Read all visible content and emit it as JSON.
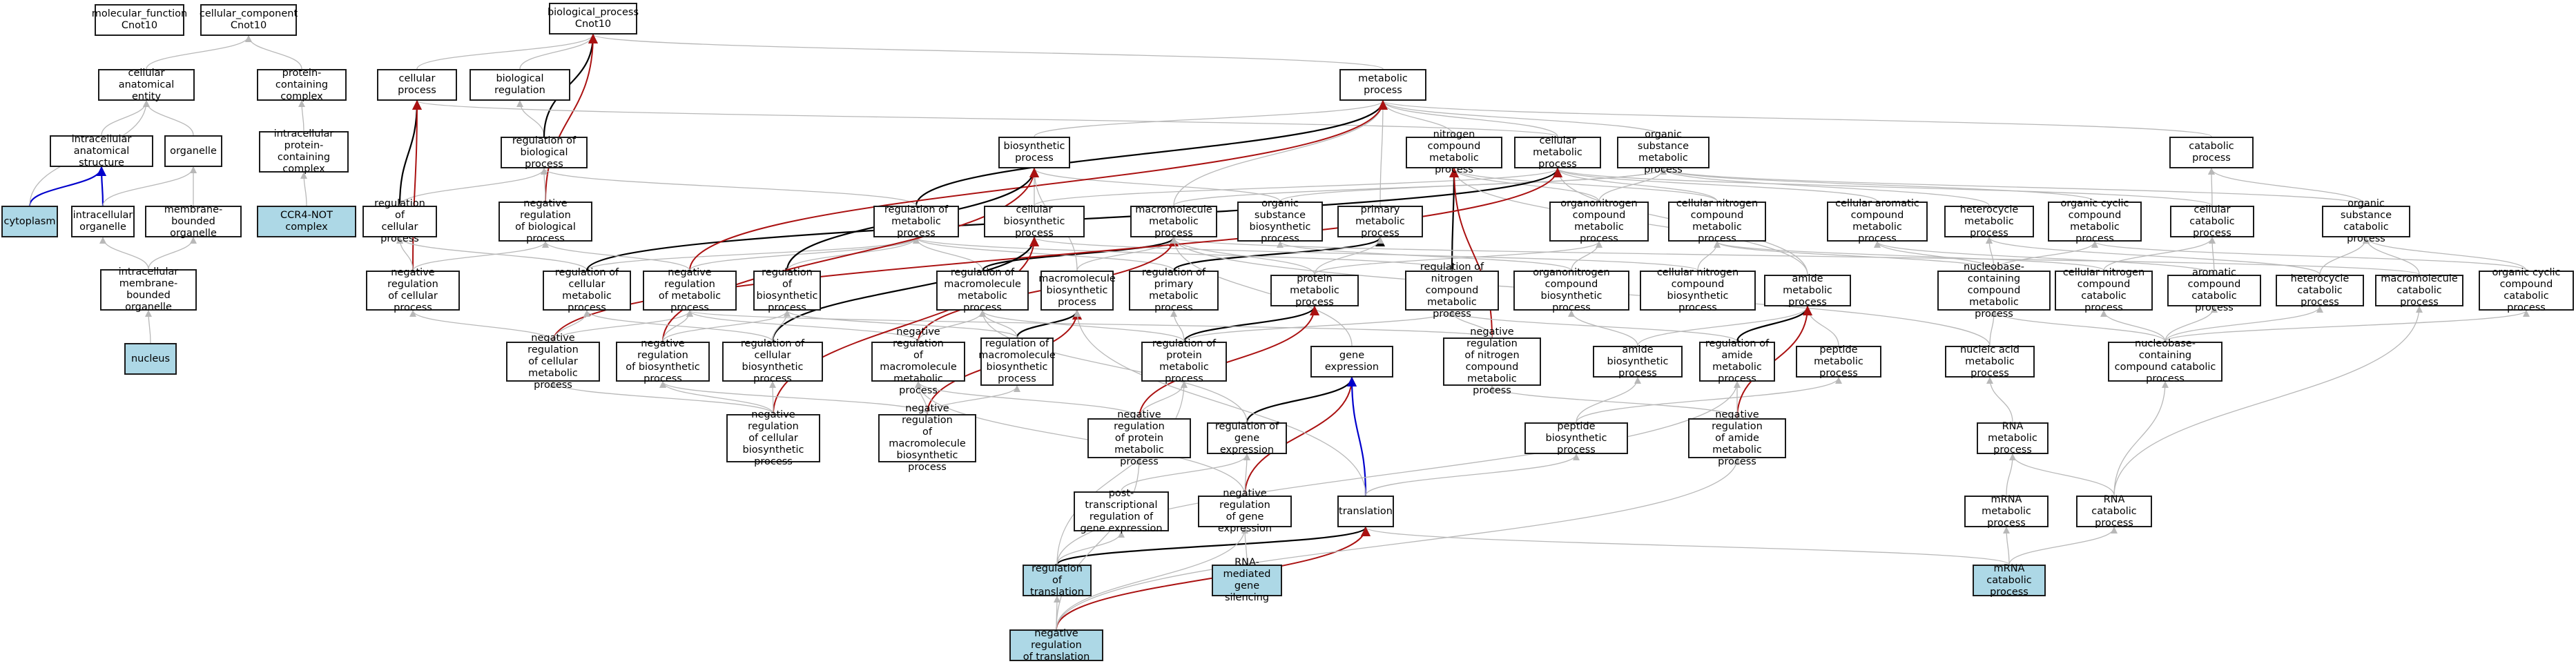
{
  "colors": {
    "highlight_fill": "#add8e6",
    "node_border": "#1a1a1a",
    "edge_is_a": "#b8b8b8",
    "edge_part_of": "#0000cc",
    "edge_regulates": "#000000",
    "edge_negatively_regulates": "#aa1111"
  },
  "nodes": {
    "mf_root": "molecular_function\nCnot10",
    "cc_root": "cellular_component\nCnot10",
    "bp_root": "biological_process\nCnot10",
    "cell_anat": "cellular anatomical\nentity",
    "prot_cont": "protein-containing\ncomplex",
    "intra_anat": "intracellular\nanatomical structure",
    "organelle": "organelle",
    "intra_pcc": "intracellular\nprotein-containing\ncomplex",
    "cytoplasm": "cytoplasm",
    "intra_org": "intracellular\norganelle",
    "mem_org": "membrane-bounded\norganelle",
    "ccr4": "CCR4-NOT complex",
    "intra_mem": "intracellular\nmembrane-bounded\norganelle",
    "nucleus": "nucleus",
    "cell_proc": "cellular process",
    "bio_reg": "biological regulation",
    "met_proc": "metabolic process",
    "reg_bio": "regulation of\nbiological process",
    "biosyn": "biosynthetic\nprocess",
    "nitro_met": "nitrogen compound\nmetabolic process",
    "cell_met": "cellular metabolic\nprocess",
    "org_sub_met": "organic substance\nmetabolic process",
    "catab": "catabolic process",
    "reg_cell": "regulation of\ncellular process",
    "neg_reg_bio": "negative regulation\nof biological\nprocess",
    "reg_met": "regulation of\nmetabolic process",
    "cell_bios": "cellular biosynthetic\nprocess",
    "macro_met": "macromolecule\nmetabolic process",
    "org_sub_bios": "organic substance\nbiosynthetic\nprocess",
    "prim_met": "primary metabolic\nprocess",
    "organonit_met": "organonitrogen\ncompound metabolic\nprocess",
    "cell_nitro_met": "cellular nitrogen\ncompound metabolic\nprocess",
    "cell_arom_met": "cellular aromatic\ncompound metabolic\nprocess",
    "hetero_met": "heterocycle\nmetabolic process",
    "org_cyc_met": "organic cyclic\ncompound metabolic\nprocess",
    "cell_catab": "cellular catabolic\nprocess",
    "org_sub_catab": "organic substance\ncatabolic process",
    "neg_reg_cell": "negative regulation\nof cellular\nprocess",
    "reg_cell_met": "regulation of\ncellular metabolic\nprocess",
    "neg_reg_met": "negative regulation\nof metabolic\nprocess",
    "reg_bios": "regulation of\nbiosynthetic\nprocess",
    "reg_macro_met": "regulation of\nmacromolecule\nmetabolic process",
    "macro_bios": "macromolecule\nbiosynthetic\nprocess",
    "reg_prim_met": "regulation of\nprimary metabolic\nprocess",
    "prot_met": "protein metabolic\nprocess",
    "reg_nitro_met": "regulation of\nnitrogen compound\nmetabolic process",
    "organonit_bios": "organonitrogen\ncompound biosynthetic\nprocess",
    "cell_nitro_bios": "cellular nitrogen\ncompound biosynthetic\nprocess",
    "amide_met": "amide metabolic\nprocess",
    "nucbase_met": "nucleobase-containing\ncompound metabolic\nprocess",
    "cell_nitro_catab": "cellular nitrogen\ncompound catabolic\nprocess",
    "arom_catab": "aromatic compound\ncatabolic process",
    "hetero_catab": "heterocycle\ncatabolic process",
    "macro_catab": "macromolecule\ncatabolic process",
    "org_cyc_catab": "organic cyclic\ncompound catabolic\nprocess",
    "neg_reg_cell_met": "negative regulation\nof cellular\nmetabolic process",
    "neg_reg_bios": "negative regulation\nof biosynthetic\nprocess",
    "reg_cell_bios": "regulation of\ncellular biosynthetic\nprocess",
    "neg_reg_macro_met": "negative regulation\nof macromolecule\nmetabolic process",
    "reg_macro_bios": "regulation of\nmacromolecule\nbiosynthetic\nprocess",
    "reg_prot_met": "regulation of\nprotein metabolic\nprocess",
    "gene_expr": "gene expression",
    "neg_reg_nitro": "negative regulation\nof nitrogen\ncompound metabolic\nprocess",
    "amide_bios": "amide biosynthetic\nprocess",
    "reg_amide": "regulation of\namide metabolic\nprocess",
    "pept_met": "peptide metabolic\nprocess",
    "nucacid_met": "nucleic acid\nmetabolic process",
    "nucbase_catab": "nucleobase-containing\ncompound catabolic\nprocess",
    "neg_reg_cell_bios": "negative regulation\nof cellular\nbiosynthetic\nprocess",
    "neg_reg_macro_bios": "negative regulation\nof macromolecule\nbiosynthetic\nprocess",
    "neg_reg_prot_met": "negative regulation\nof protein metabolic\nprocess",
    "reg_gene_expr": "regulation of\ngene expression",
    "pept_bios": "peptide biosynthetic\nprocess",
    "neg_reg_amide": "negative regulation\nof amide metabolic\nprocess",
    "rna_met": "RNA metabolic\nprocess",
    "post_trans": "post-transcriptional\nregulation of\ngene expression",
    "neg_reg_gene": "negative regulation\nof gene expression",
    "translation": "translation",
    "mrna_met": "mRNA metabolic\nprocess",
    "rna_catab": "RNA catabolic\nprocess",
    "reg_transl": "regulation of\ntranslation",
    "rna_silencing": "RNA-mediated\ngene silencing",
    "mrna_catab": "mRNA catabolic\nprocess",
    "neg_reg_transl": "negative regulation\nof translation"
  },
  "edges": [
    [
      "cell_anat",
      "cc_root",
      "is_a"
    ],
    [
      "prot_cont",
      "cc_root",
      "is_a"
    ],
    [
      "intra_anat",
      "cell_anat",
      "is_a"
    ],
    [
      "organelle",
      "cell_anat",
      "is_a"
    ],
    [
      "intra_pcc",
      "prot_cont",
      "is_a"
    ],
    [
      "cytoplasm",
      "intra_anat",
      "part_of"
    ],
    [
      "cytoplasm",
      "cell_anat",
      "is_a"
    ],
    [
      "intra_org",
      "intra_anat",
      "part_of"
    ],
    [
      "intra_org",
      "organelle",
      "is_a"
    ],
    [
      "mem_org",
      "organelle",
      "is_a"
    ],
    [
      "ccr4",
      "intra_pcc",
      "is_a"
    ],
    [
      "intra_mem",
      "intra_org",
      "is_a"
    ],
    [
      "intra_mem",
      "mem_org",
      "is_a"
    ],
    [
      "nucleus",
      "intra_mem",
      "is_a"
    ],
    [
      "cell_proc",
      "bp_root",
      "is_a"
    ],
    [
      "bio_reg",
      "bp_root",
      "is_a"
    ],
    [
      "met_proc",
      "bp_root",
      "is_a"
    ],
    [
      "reg_bio",
      "bio_reg",
      "is_a"
    ],
    [
      "reg_bio",
      "bp_root",
      "regulates"
    ],
    [
      "neg_reg_bio",
      "bp_root",
      "negatively_regulates"
    ],
    [
      "neg_reg_bio",
      "reg_bio",
      "is_a"
    ],
    [
      "biosyn",
      "met_proc",
      "is_a"
    ],
    [
      "nitro_met",
      "met_proc",
      "is_a"
    ],
    [
      "cell_met",
      "met_proc",
      "is_a"
    ],
    [
      "cell_met",
      "cell_proc",
      "is_a"
    ],
    [
      "org_sub_met",
      "met_proc",
      "is_a"
    ],
    [
      "catab",
      "met_proc",
      "is_a"
    ],
    [
      "reg_cell",
      "cell_proc",
      "regulates"
    ],
    [
      "reg_cell",
      "reg_bio",
      "is_a"
    ],
    [
      "neg_reg_cell",
      "cell_proc",
      "negatively_regulates"
    ],
    [
      "neg_reg_cell",
      "reg_cell",
      "is_a"
    ],
    [
      "neg_reg_cell",
      "neg_reg_bio",
      "is_a"
    ],
    [
      "reg_met",
      "met_proc",
      "regulates"
    ],
    [
      "reg_met",
      "reg_bio",
      "is_a"
    ],
    [
      "cell_bios",
      "biosyn",
      "is_a"
    ],
    [
      "cell_bios",
      "cell_met",
      "is_a"
    ],
    [
      "macro_met",
      "met_proc",
      "is_a"
    ],
    [
      "macro_met",
      "org_sub_met",
      "is_a"
    ],
    [
      "org_sub_bios",
      "biosyn",
      "is_a"
    ],
    [
      "org_sub_bios",
      "org_sub_met",
      "is_a"
    ],
    [
      "prim_met",
      "met_proc",
      "is_a"
    ],
    [
      "organonit_met",
      "nitro_met",
      "is_a"
    ],
    [
      "organonit_met",
      "org_sub_met",
      "is_a"
    ],
    [
      "cell_nitro_met",
      "nitro_met",
      "is_a"
    ],
    [
      "cell_nitro_met",
      "cell_met",
      "is_a"
    ],
    [
      "cell_arom_met",
      "cell_met",
      "is_a"
    ],
    [
      "hetero_met",
      "org_sub_met",
      "is_a"
    ],
    [
      "org_cyc_met",
      "org_sub_met",
      "is_a"
    ],
    [
      "cell_catab",
      "catab",
      "is_a"
    ],
    [
      "cell_catab",
      "cell_met",
      "is_a"
    ],
    [
      "org_sub_catab",
      "catab",
      "is_a"
    ],
    [
      "org_sub_catab",
      "org_sub_met",
      "is_a"
    ],
    [
      "reg_cell_met",
      "reg_cell",
      "is_a"
    ],
    [
      "reg_cell_met",
      "reg_met",
      "is_a"
    ],
    [
      "reg_cell_met",
      "cell_met",
      "regulates"
    ],
    [
      "neg_reg_met",
      "met_proc",
      "negatively_regulates"
    ],
    [
      "neg_reg_met",
      "reg_met",
      "is_a"
    ],
    [
      "neg_reg_met",
      "neg_reg_bio",
      "is_a"
    ],
    [
      "reg_bios",
      "biosyn",
      "regulates"
    ],
    [
      "reg_bios",
      "reg_met",
      "is_a"
    ],
    [
      "reg_macro_met",
      "macro_met",
      "regulates"
    ],
    [
      "reg_macro_met",
      "reg_met",
      "is_a"
    ],
    [
      "macro_bios",
      "macro_met",
      "is_a"
    ],
    [
      "macro_bios",
      "biosyn",
      "is_a"
    ],
    [
      "reg_prim_met",
      "prim_met",
      "regulates"
    ],
    [
      "reg_prim_met",
      "reg_met",
      "is_a"
    ],
    [
      "prot_met",
      "prim_met",
      "is_a"
    ],
    [
      "prot_met",
      "macro_met",
      "is_a"
    ],
    [
      "prot_met",
      "organonit_met",
      "is_a"
    ],
    [
      "reg_nitro_met",
      "nitro_met",
      "regulates"
    ],
    [
      "reg_nitro_met",
      "reg_met",
      "is_a"
    ],
    [
      "organonit_bios",
      "organonit_met",
      "is_a"
    ],
    [
      "organonit_bios",
      "org_sub_bios",
      "is_a"
    ],
    [
      "cell_nitro_bios",
      "cell_nitro_met",
      "is_a"
    ],
    [
      "cell_nitro_bios",
      "cell_bios",
      "is_a"
    ],
    [
      "amide_met",
      "nitro_met",
      "is_a"
    ],
    [
      "amide_met",
      "cell_met",
      "is_a"
    ],
    [
      "nucbase_met",
      "cell_nitro_met",
      "is_a"
    ],
    [
      "nucbase_met",
      "cell_arom_met",
      "is_a"
    ],
    [
      "nucbase_met",
      "hetero_met",
      "is_a"
    ],
    [
      "nucbase_met",
      "org_cyc_met",
      "is_a"
    ],
    [
      "cell_nitro_catab",
      "cell_nitro_met",
      "is_a"
    ],
    [
      "cell_nitro_catab",
      "cell_catab",
      "is_a"
    ],
    [
      "arom_catab",
      "cell_arom_met",
      "is_a"
    ],
    [
      "arom_catab",
      "cell_catab",
      "is_a"
    ],
    [
      "hetero_catab",
      "hetero_met",
      "is_a"
    ],
    [
      "hetero_catab",
      "org_sub_catab",
      "is_a"
    ],
    [
      "macro_catab",
      "macro_met",
      "is_a"
    ],
    [
      "macro_catab",
      "org_sub_catab",
      "is_a"
    ],
    [
      "org_cyc_catab",
      "org_cyc_met",
      "is_a"
    ],
    [
      "org_cyc_catab",
      "org_sub_catab",
      "is_a"
    ],
    [
      "neg_reg_cell_met",
      "cell_met",
      "negatively_regulates"
    ],
    [
      "neg_reg_cell_met",
      "reg_cell_met",
      "is_a"
    ],
    [
      "neg_reg_cell_met",
      "neg_reg_cell",
      "is_a"
    ],
    [
      "neg_reg_cell_met",
      "neg_reg_met",
      "is_a"
    ],
    [
      "neg_reg_bios",
      "biosyn",
      "negatively_regulates"
    ],
    [
      "neg_reg_bios",
      "reg_bios",
      "is_a"
    ],
    [
      "neg_reg_bios",
      "neg_reg_met",
      "is_a"
    ],
    [
      "reg_cell_bios",
      "cell_bios",
      "regulates"
    ],
    [
      "reg_cell_bios",
      "reg_bios",
      "is_a"
    ],
    [
      "reg_cell_bios",
      "reg_cell_met",
      "is_a"
    ],
    [
      "neg_reg_macro_met",
      "macro_met",
      "negatively_regulates"
    ],
    [
      "neg_reg_macro_met",
      "reg_macro_met",
      "is_a"
    ],
    [
      "neg_reg_macro_met",
      "neg_reg_met",
      "is_a"
    ],
    [
      "reg_macro_bios",
      "macro_bios",
      "regulates"
    ],
    [
      "reg_macro_bios",
      "reg_macro_met",
      "is_a"
    ],
    [
      "reg_macro_bios",
      "reg_bios",
      "is_a"
    ],
    [
      "reg_prot_met",
      "prot_met",
      "regulates"
    ],
    [
      "reg_prot_met",
      "reg_prim_met",
      "is_a"
    ],
    [
      "reg_prot_met",
      "reg_macro_met",
      "is_a"
    ],
    [
      "reg_prot_met",
      "reg_nitro_met",
      "is_a"
    ],
    [
      "gene_expr",
      "macro_met",
      "is_a"
    ],
    [
      "neg_reg_nitro",
      "nitro_met",
      "negatively_regulates"
    ],
    [
      "neg_reg_nitro",
      "reg_nitro_met",
      "is_a"
    ],
    [
      "neg_reg_nitro",
      "neg_reg_met",
      "is_a"
    ],
    [
      "amide_bios",
      "amide_met",
      "is_a"
    ],
    [
      "amide_bios",
      "organonit_bios",
      "is_a"
    ],
    [
      "reg_amide",
      "amide_met",
      "regulates"
    ],
    [
      "reg_amide",
      "reg_nitro_met",
      "is_a"
    ],
    [
      "pept_met",
      "amide_met",
      "is_a"
    ],
    [
      "nucacid_met",
      "nucbase_met",
      "is_a"
    ],
    [
      "nucacid_met",
      "macro_met",
      "is_a"
    ],
    [
      "nucbase_catab",
      "nucbase_met",
      "is_a"
    ],
    [
      "nucbase_catab",
      "cell_nitro_catab",
      "is_a"
    ],
    [
      "nucbase_catab",
      "arom_catab",
      "is_a"
    ],
    [
      "nucbase_catab",
      "hetero_catab",
      "is_a"
    ],
    [
      "nucbase_catab",
      "org_cyc_catab",
      "is_a"
    ],
    [
      "neg_reg_cell_bios",
      "cell_bios",
      "negatively_regulates"
    ],
    [
      "neg_reg_cell_bios",
      "reg_cell_bios",
      "is_a"
    ],
    [
      "neg_reg_cell_bios",
      "neg_reg_bios",
      "is_a"
    ],
    [
      "neg_reg_cell_bios",
      "neg_reg_cell_met",
      "is_a"
    ],
    [
      "neg_reg_macro_bios",
      "macro_bios",
      "negatively_regulates"
    ],
    [
      "neg_reg_macro_bios",
      "reg_macro_bios",
      "is_a"
    ],
    [
      "neg_reg_macro_bios",
      "neg_reg_macro_met",
      "is_a"
    ],
    [
      "neg_reg_macro_bios",
      "neg_reg_bios",
      "is_a"
    ],
    [
      "neg_reg_prot_met",
      "prot_met",
      "negatively_regulates"
    ],
    [
      "neg_reg_prot_met",
      "reg_prot_met",
      "is_a"
    ],
    [
      "neg_reg_prot_met",
      "neg_reg_macro_met",
      "is_a"
    ],
    [
      "reg_gene_expr",
      "gene_expr",
      "regulates"
    ],
    [
      "reg_gene_expr",
      "reg_macro_met",
      "is_a"
    ],
    [
      "pept_bios",
      "pept_met",
      "is_a"
    ],
    [
      "pept_bios",
      "amide_bios",
      "is_a"
    ],
    [
      "neg_reg_amide",
      "amide_met",
      "negatively_regulates"
    ],
    [
      "neg_reg_amide",
      "reg_amide",
      "is_a"
    ],
    [
      "neg_reg_amide",
      "neg_reg_nitro",
      "is_a"
    ],
    [
      "rna_met",
      "nucacid_met",
      "is_a"
    ],
    [
      "post_trans",
      "reg_gene_expr",
      "is_a"
    ],
    [
      "neg_reg_gene",
      "gene_expr",
      "negatively_regulates"
    ],
    [
      "neg_reg_gene",
      "reg_gene_expr",
      "is_a"
    ],
    [
      "neg_reg_gene",
      "neg_reg_macro_met",
      "is_a"
    ],
    [
      "translation",
      "gene_expr",
      "part_of"
    ],
    [
      "translation",
      "pept_bios",
      "is_a"
    ],
    [
      "translation",
      "macro_bios",
      "is_a"
    ],
    [
      "mrna_met",
      "rna_met",
      "is_a"
    ],
    [
      "rna_catab",
      "rna_met",
      "is_a"
    ],
    [
      "rna_catab",
      "nucbase_catab",
      "is_a"
    ],
    [
      "rna_catab",
      "macro_catab",
      "is_a"
    ],
    [
      "reg_transl",
      "translation",
      "regulates"
    ],
    [
      "reg_transl",
      "post_trans",
      "is_a"
    ],
    [
      "reg_transl",
      "reg_amide",
      "is_a"
    ],
    [
      "reg_transl",
      "reg_prot_met",
      "is_a"
    ],
    [
      "rna_silencing",
      "neg_reg_gene",
      "is_a"
    ],
    [
      "mrna_catab",
      "mrna_met",
      "is_a"
    ],
    [
      "mrna_catab",
      "rna_catab",
      "is_a"
    ],
    [
      "mrna_catab",
      "translation",
      "is_a"
    ],
    [
      "neg_reg_transl",
      "translation",
      "negatively_regulates"
    ],
    [
      "neg_reg_transl",
      "reg_transl",
      "is_a"
    ],
    [
      "neg_reg_transl",
      "neg_reg_gene",
      "is_a"
    ],
    [
      "neg_reg_transl",
      "neg_reg_prot_met",
      "is_a"
    ],
    [
      "neg_reg_transl",
      "neg_reg_amide",
      "is_a"
    ]
  ]
}
